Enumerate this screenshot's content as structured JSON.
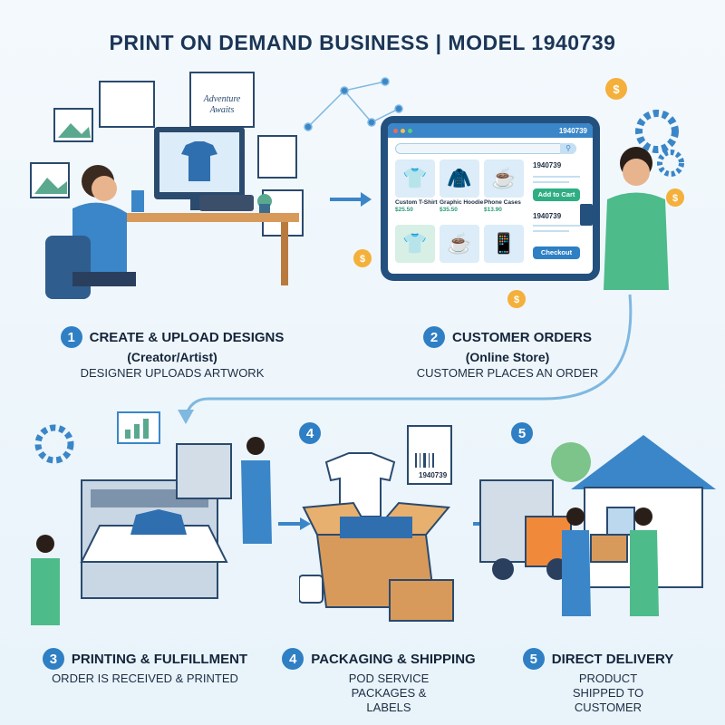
{
  "title": "PRINT ON DEMAND BUSINESS | MODEL 1940739",
  "colors": {
    "accent": "#2f7fc4",
    "navy": "#1b3556",
    "green": "#2fae84"
  },
  "store": {
    "tab_id": "1940739",
    "products": [
      {
        "name": "Custom T-Shirt",
        "price": "$25.50"
      },
      {
        "name": "Graphic Hoodie",
        "price": "$35.50"
      },
      {
        "name": "Phone Cases",
        "price": "$13.90"
      }
    ],
    "side_id_1": "1940739",
    "side_id_2": "1940739",
    "add_to_cart": "Add to Cart",
    "checkout": "Checkout"
  },
  "design_text": "Adventure Awaits",
  "label_id": "1940739",
  "steps": [
    {
      "num": "1",
      "title": "CREATE & UPLOAD DESIGNS",
      "subtitle": "(Creator/Artist)",
      "desc": "DESIGNER UPLOADS ARTWORK"
    },
    {
      "num": "2",
      "title": "CUSTOMER ORDERS",
      "subtitle": "(Online Store)",
      "desc": "CUSTOMER PLACES AN ORDER"
    },
    {
      "num": "3",
      "title": "PRINTING & FULFILLMENT",
      "desc": "ORDER IS RECEIVED & PRINTED"
    },
    {
      "num": "4",
      "title": "PACKAGING & SHIPPING",
      "desc": "POD SERVICE PACKAGES & LABELS"
    },
    {
      "num": "5",
      "title": "DIRECT DELIVERY",
      "desc": "PRODUCT SHIPPED TO CUSTOMER"
    }
  ]
}
